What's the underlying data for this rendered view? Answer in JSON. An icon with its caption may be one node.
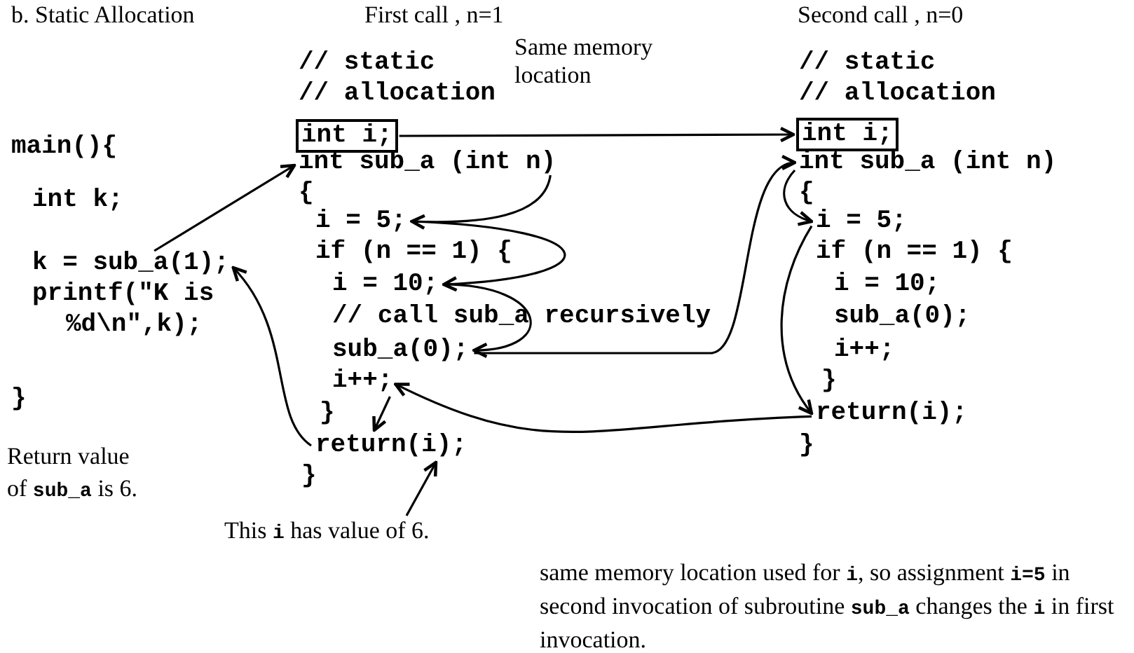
{
  "diagram": {
    "nodes": [
      {
        "text": [
          "k = sub_a(1);"
        ]
      },
      {
        "text": [
          "int i;"
        ]
      },
      {
        "text": [
          "int sub_a (int n)"
        ]
      },
      {
        "text": [
          "i = 5;"
        ]
      },
      {
        "text": [
          "i = 10;"
        ]
      },
      {
        "text": [
          "sub_a(0);"
        ]
      },
      {
        "text": [
          "i++;"
        ]
      },
      {
        "text": [
          "return(i);"
        ]
      },
      {
        "text": [
          "This **i** has value of 6."
        ]
      },
      {
        "text": [
          "int i;"
        ]
      },
      {
        "text": [
          "int sub_a (int n)"
        ]
      },
      {
        "text": [
          "i = 5;"
        ]
      },
      {
        "text": [
          "return(i);"
        ]
      }
    ],
    "edges": [
      {
        "from": 0,
        "to": 2,
        "arrow": "to"
      },
      {
        "from": 7,
        "to": 0,
        "arrow": "to"
      },
      {
        "from": 2,
        "to": 3,
        "arrow": "to"
      },
      {
        "from": 3,
        "to": 4,
        "arrow": "to"
      },
      {
        "from": 4,
        "to": 5,
        "arrow": "to"
      },
      {
        "from": 5,
        "to": 10,
        "arrow": "to"
      },
      {
        "from": 1,
        "to": 9,
        "arrow": "to",
        "label": "Same memory location"
      },
      {
        "from": 10,
        "to": 11,
        "arrow": "to"
      },
      {
        "from": 11,
        "to": 12,
        "arrow": "to"
      },
      {
        "from": 12,
        "to": 6,
        "arrow": "to"
      },
      {
        "from": 6,
        "to": 7,
        "arrow": "to"
      },
      {
        "from": 8,
        "to": 7,
        "arrow": "to"
      }
    ],
    "labels": [
      "b. Static Allocation",
      "First call , n=1",
      "Second call , n=0",
      "// static",
      "// allocation",
      "main(){",
      "{",
      "int k;",
      "if (n == 1) {",
      "// call sub_a recursively",
      "printf(\"K is %d\\n\",k);",
      "}",
      "}",
      "}",
      "Return value of **sub_a** is 6.",
      "// static",
      "// allocation",
      "{",
      "if (n == 1) {",
      "i = 10;",
      "sub_a(0);",
      "i++;",
      "}",
      "}",
      "same memory location used for **i**, so assignment **i=5** in second invocation of subroutine **sub_a** changes the **i** in first invocation."
    ]
  }
}
